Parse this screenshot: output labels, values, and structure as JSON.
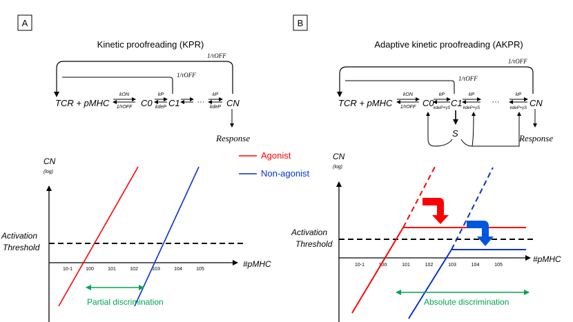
{
  "panel_a": {
    "label": "A",
    "title": "Kinetic proofreading (KPR)",
    "off_rate": "1/τOFF",
    "off_rate_inner": "1/τOFF",
    "k_on": "kON",
    "k_off": "1/τOFF",
    "species": {
      "start": "TCR + pMHC",
      "c0": "C0",
      "c1": "C1",
      "dots": "···",
      "cn": "CN"
    },
    "k_p": "kP",
    "k_dep": "kdeP",
    "response": "Response",
    "y_label": "CN",
    "y_sub": "(log)",
    "threshold_label_1": "Activation",
    "threshold_label_2": "Threshold",
    "x_label": "#pMHC",
    "ticks": [
      "10-1",
      "100",
      "101",
      "102",
      "103",
      "104",
      "105"
    ],
    "discrimination": "Partial discrimination"
  },
  "legend": {
    "agonist": "Agonist",
    "non_agonist": "Non-agonist",
    "agonist_color": "#ff0000",
    "non_agonist_color": "#0033cc"
  },
  "panel_b": {
    "label": "B",
    "title": "Adaptive kinetic proofreading (AKPR)",
    "off_rate": "1/τOFF",
    "off_rate_inner": "1/τOFF",
    "k_on": "kON",
    "k_off": "1/τOFF",
    "species": {
      "start": "TCR + pMHC",
      "c0": "C0",
      "c1": "C1",
      "dots": "···",
      "cn": "CN",
      "s": "S"
    },
    "k_p": "kP",
    "k_dep": "kdeP+γS",
    "response": "Response",
    "y_label": "CN",
    "y_sub": "(log)",
    "threshold_label_1": "Activation",
    "threshold_label_2": "Threshold",
    "x_label": "#pMHC",
    "ticks": [
      "10-1",
      "100",
      "101",
      "102",
      "103",
      "104",
      "105"
    ],
    "discrimination": "Absolute discrimination"
  },
  "colors": {
    "green": "#00a550",
    "arrow_red": "#ff0000",
    "arrow_blue": "#0055dd"
  }
}
